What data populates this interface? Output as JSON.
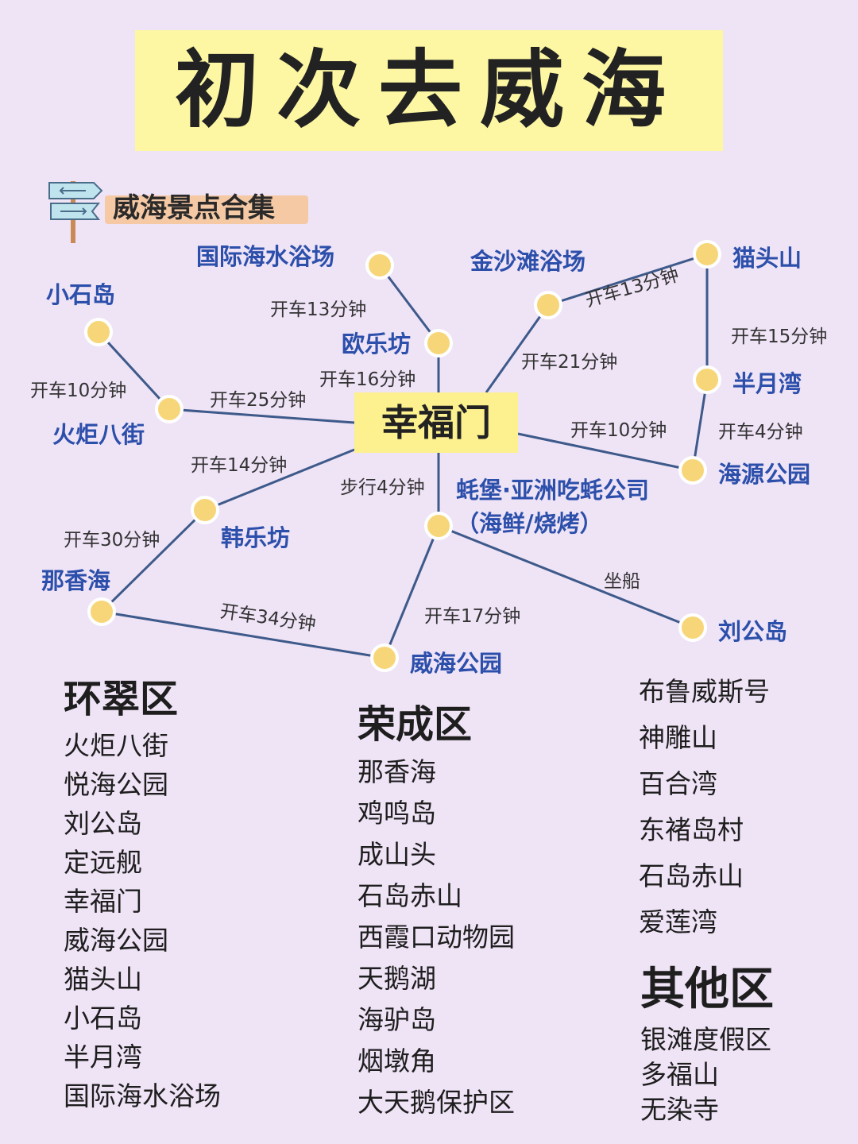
{
  "title": "初次去威海",
  "subtitle": "威海景点合集",
  "hub": "幸福门",
  "nodes": [
    {
      "id": "guoji",
      "label": "国际海水浴场"
    },
    {
      "id": "jinsha",
      "label": "金沙滩浴场"
    },
    {
      "id": "maotou",
      "label": "猫头山"
    },
    {
      "id": "xiaoshi",
      "label": "小石岛"
    },
    {
      "id": "oule",
      "label": "欧乐坊"
    },
    {
      "id": "banyue",
      "label": "半月湾"
    },
    {
      "id": "huoju",
      "label": "火炬八街"
    },
    {
      "id": "haiyuan",
      "label": "海源公园"
    },
    {
      "id": "hanle",
      "label": "韩乐坊"
    },
    {
      "id": "haobao",
      "label": "蚝堡·亚洲吃蚝公司"
    },
    {
      "id": "haobao_sub",
      "label": "（海鲜/烧烤）"
    },
    {
      "id": "naxiang",
      "label": "那香海"
    },
    {
      "id": "liugong",
      "label": "刘公岛"
    },
    {
      "id": "weihaigy",
      "label": "威海公园"
    }
  ],
  "edge_labels": [
    {
      "id": "t1",
      "label": "开车13分钟"
    },
    {
      "id": "t2",
      "label": "开车13分钟"
    },
    {
      "id": "t3",
      "label": "开车15分钟"
    },
    {
      "id": "t4",
      "label": "开车10分钟"
    },
    {
      "id": "t5",
      "label": "开车16分钟"
    },
    {
      "id": "t6",
      "label": "开车21分钟"
    },
    {
      "id": "t7",
      "label": "开车25分钟"
    },
    {
      "id": "t8",
      "label": "开车10分钟"
    },
    {
      "id": "t9",
      "label": "开车4分钟"
    },
    {
      "id": "t10",
      "label": "开车14分钟"
    },
    {
      "id": "t11",
      "label": "步行4分钟"
    },
    {
      "id": "t12",
      "label": "开车30分钟"
    },
    {
      "id": "t13",
      "label": "坐船"
    },
    {
      "id": "t14",
      "label": "开车34分钟"
    },
    {
      "id": "t15",
      "label": "开车17分钟"
    }
  ],
  "districts": [
    {
      "name": "环翠区",
      "items": [
        "火炬八街",
        "悦海公园",
        "刘公岛",
        "定远舰",
        "幸福门",
        "威海公园",
        "猫头山",
        "小石岛",
        "半月湾",
        "国际海水浴场"
      ]
    },
    {
      "name": "荣成区",
      "items": [
        "那香海",
        "鸡鸣岛",
        "成山头",
        "石岛赤山",
        "西霞口动物园",
        "天鹅湖",
        "海驴岛",
        "烟墩角",
        "大天鹅保护区"
      ]
    },
    {
      "name": "",
      "items": [
        "布鲁威斯号",
        "神雕山",
        "百合湾",
        "东褚岛村",
        "石岛赤山",
        "爱莲湾"
      ]
    },
    {
      "name": "其他区",
      "items": [
        "银滩度假区",
        "多福山",
        "无染寺"
      ]
    }
  ],
  "colors": {
    "background": "#efe3f6",
    "title_highlight": "#fdf7a3",
    "place_text": "#2b4faa",
    "line": "#3d5a8a",
    "node_fill": "#f7d679",
    "subtitle_highlight": "#f6c9a5"
  },
  "icons": [
    "signpost-icon"
  ]
}
